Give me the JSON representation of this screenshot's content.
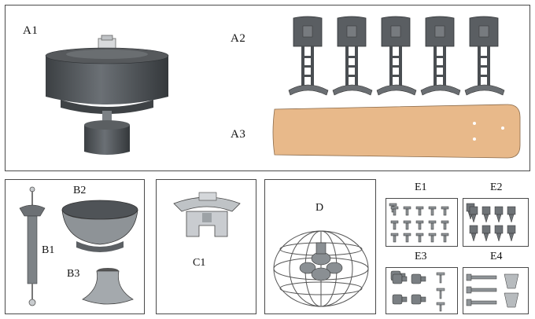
{
  "labels": {
    "a1": "A1",
    "a2": "A2",
    "a3": "A3",
    "b1": "B1",
    "b2": "B2",
    "b3": "B3",
    "c1": "C1",
    "d": "D",
    "e1": "E1",
    "e2": "E2",
    "e3": "E3",
    "e4": "E4"
  },
  "colors": {
    "blade": "#e8b98a",
    "metal": "#555a5e",
    "metal_light": "#9aa0a6",
    "frame": "#4a4a4a"
  }
}
